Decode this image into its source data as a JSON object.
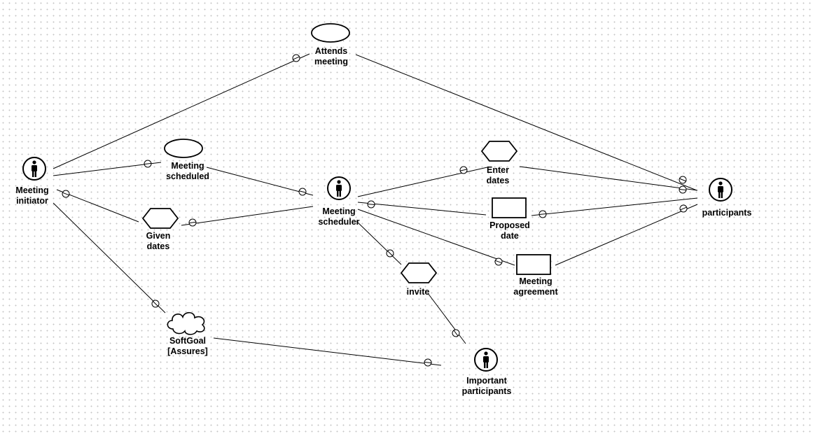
{
  "diagram": {
    "type": "istar-strategic-dependency",
    "colors": {
      "stroke": "#000000",
      "fill": "#ffffff",
      "grid_dot": "#c6c6c6"
    },
    "nodes": [
      {
        "id": "meeting-initiator",
        "kind": "actor",
        "icon": "person-icon",
        "label_lines": [
          "Meeting",
          "initiator"
        ]
      },
      {
        "id": "meeting-scheduler",
        "kind": "actor",
        "icon": "person-icon",
        "label_lines": [
          "Meeting",
          "scheduler"
        ]
      },
      {
        "id": "participants",
        "kind": "actor",
        "icon": "person-icon",
        "label_lines": [
          "participants"
        ]
      },
      {
        "id": "important-participants",
        "kind": "actor",
        "icon": "person-icon",
        "label_lines": [
          "Important",
          "participants"
        ]
      },
      {
        "id": "attends-meeting",
        "kind": "goal",
        "label_lines": [
          "Attends",
          "meeting"
        ]
      },
      {
        "id": "meeting-scheduled",
        "kind": "goal",
        "label_lines": [
          "Meeting",
          "scheduled"
        ]
      },
      {
        "id": "given-dates",
        "kind": "task",
        "label_lines": [
          "Given",
          "dates"
        ]
      },
      {
        "id": "enter-dates",
        "kind": "task",
        "label_lines": [
          "Enter",
          "dates"
        ]
      },
      {
        "id": "invite",
        "kind": "task",
        "label_lines": [
          "invite"
        ]
      },
      {
        "id": "proposed-date",
        "kind": "resource",
        "label_lines": [
          "Proposed",
          "date"
        ]
      },
      {
        "id": "meeting-agreement",
        "kind": "resource",
        "label_lines": [
          "Meeting",
          "agreement"
        ]
      },
      {
        "id": "softgoal-assures",
        "kind": "softgoal",
        "label_lines": [
          "SoftGoal",
          "[Assures]"
        ]
      }
    ],
    "dependencies": [
      {
        "from": "meeting-initiator",
        "via": "attends-meeting",
        "to": "participants"
      },
      {
        "from": "meeting-initiator",
        "via": "meeting-scheduled",
        "to": "meeting-scheduler"
      },
      {
        "from": "meeting-initiator",
        "via": "given-dates",
        "to": "meeting-scheduler"
      },
      {
        "from": "meeting-initiator",
        "via": "softgoal-assures",
        "to": "important-participants"
      },
      {
        "from": "meeting-scheduler",
        "via": "enter-dates",
        "to": "participants"
      },
      {
        "from": "meeting-scheduler",
        "via": "proposed-date",
        "to": "participants"
      },
      {
        "from": "meeting-scheduler",
        "via": "meeting-agreement",
        "to": "participants"
      },
      {
        "from": "meeting-scheduler",
        "via": "invite",
        "to": "important-participants"
      }
    ]
  }
}
